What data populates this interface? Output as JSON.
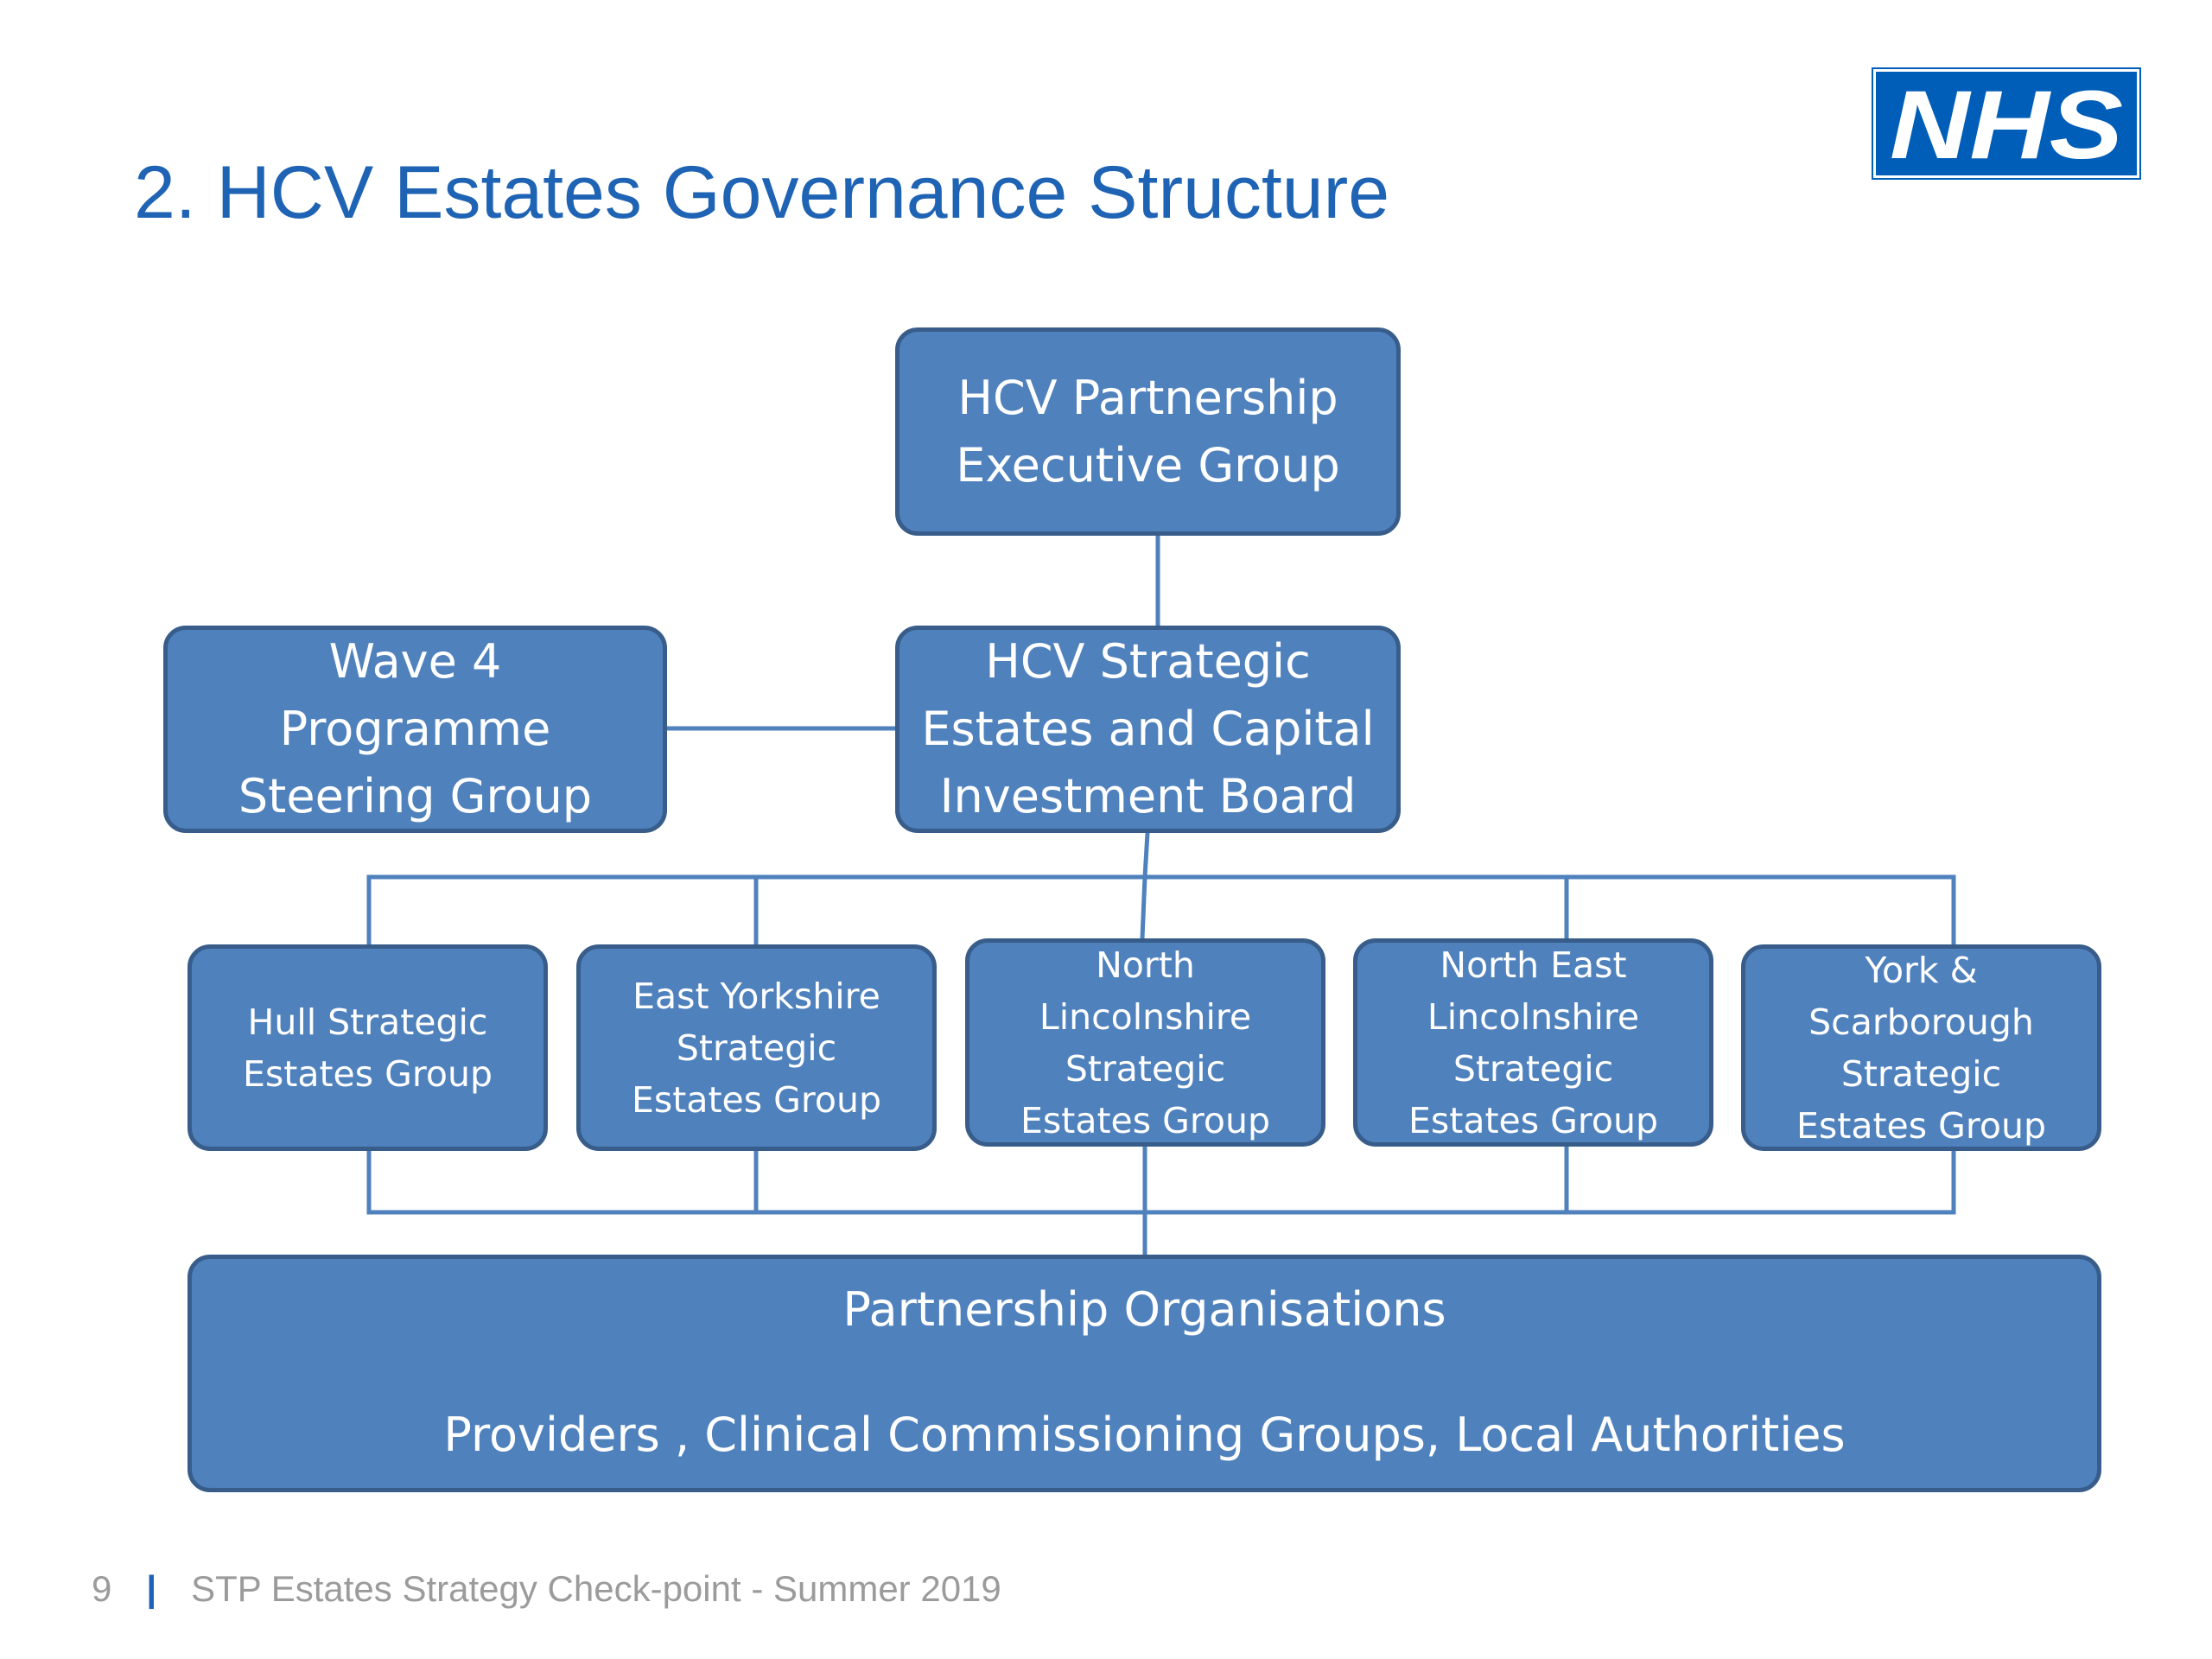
{
  "title": "2. HCV Estates Governance Structure",
  "logo": {
    "text": "NHS",
    "color": "#005eb8"
  },
  "diagram": {
    "colors": {
      "box_fill": "#4f81bd",
      "box_border": "#385d8a",
      "connector": "#4f81bd",
      "text": "#ffffff"
    },
    "executive_group": {
      "lines": [
        "HCV Partnership",
        "Executive Group"
      ]
    },
    "board": {
      "lines": [
        "HCV Strategic",
        "Estates and Capital",
        "Investment Board"
      ]
    },
    "wave4": {
      "lines": [
        "Wave 4",
        "Programme",
        "Steering Group"
      ]
    },
    "estates_groups": [
      {
        "lines": [
          "Hull Strategic",
          "Estates Group"
        ]
      },
      {
        "lines": [
          "East Yorkshire",
          "Strategic",
          "Estates Group"
        ]
      },
      {
        "lines": [
          "North",
          "Lincolnshire",
          "Strategic",
          "Estates Group"
        ]
      },
      {
        "lines": [
          "North East",
          "Lincolnshire",
          "Strategic",
          "Estates Group"
        ]
      },
      {
        "lines": [
          "York &",
          "Scarborough",
          "Strategic",
          "Estates Group"
        ]
      }
    ],
    "partners": {
      "heading": "Partnership Organisations",
      "members": "Providers , Clinical Commissioning Groups, Local Authorities"
    }
  },
  "footer": {
    "page_number": "9",
    "separator": "|",
    "text": "STP Estates Strategy Check-point - Summer 2019"
  }
}
